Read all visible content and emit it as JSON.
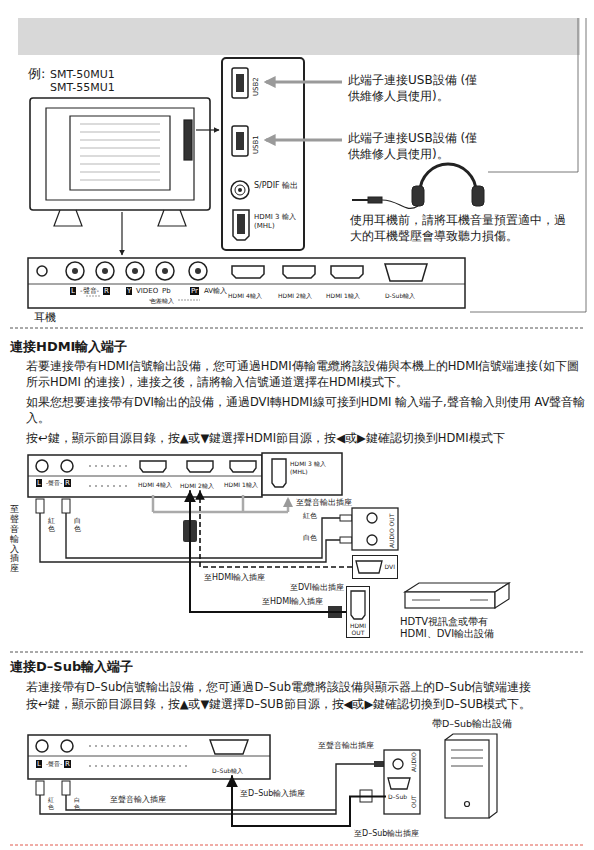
{
  "diagram": {
    "nodes": [
      {
        "text": [
          "HDMI 2輸入"
        ]
      },
      {
        "text": [
          "DVI"
        ]
      },
      {
        "text": [
          "HDMI OUT"
        ]
      },
      {
        "text": [
          "HDTV視訊盒或帶有 HDMI、DVI輸出設備"
        ]
      },
      {
        "text": [
          "D–Sub輸入"
        ]
      },
      {
        "text": [
          "帶D–Sub輸出設備"
        ]
      },
      {
        "text": [
          "D–Sub"
        ]
      }
    ],
    "edges": [
      {
        "from": 2,
        "to": 0,
        "arrow": "to"
      },
      {
        "from": 1,
        "to": 0,
        "arrow": "to"
      },
      {
        "from": 6,
        "to": 4,
        "arrow": "to"
      }
    ],
    "labels": [
      "例:",
      "SMT-50MU1",
      "SMT-55MU1",
      "USB2",
      "USB1",
      "此端子連接USB設備 (僅供維修人員使用)。",
      "此端子連接USB設備 (僅供維修人員使用)。",
      "S/PDIF 輸出",
      "HDMI 3 輸入 (MHL)",
      "使用耳機前，請將耳機音量預置適中，過大的耳機聲壓會導致聽力損傷。",
      "耳機",
      "L",
      "-聲音-",
      "R",
      "Y",
      "VIDEO",
      "Pb",
      "Pr",
      "AV輸入",
      "色差輸入",
      "HDMI 4輸入",
      "HDMI 2輸入",
      "HDMI 1輸入",
      "D-Sub輸入",
      "連接HDMI輸入端子",
      "若要連接帶有HDMI信號輸出設備，您可通過HDMI傳輸電纜將該設備與本機上的HDMI信號端連接(如下圖所示HDMI 的連接)，連接之後，請將輸入信號通道選擇在HDMI模式下。",
      "如果您想要連接帶有DVI輸出的設備，通過DVI轉HDMI線可接到HDMI 輸入端子,聲音輸入則使用 AV聲音輸入。",
      "按↩鍵，顯示節目源目錄，按▲或▼鍵選擇HDMI節目源，按◀或▶鍵確認切換到HDMI模式下",
      "L",
      "-聲音-",
      "R",
      "HDMI 4輸入",
      "HDMI 1輸入",
      "HDMI 3 輸入 (MHL)",
      "至聲音輸入插座",
      "紅色",
      "白色",
      "至聲音輸出插座",
      "紅色",
      "白色",
      "AUDIO OUT",
      "至HDMI輸入插座",
      "至DVI輸出插座",
      "至HDMI輸入插座",
      "連接D–Sub輸入端子",
      "若連接帶有D–Sub信號輸出設備，您可通過D–Sub電纜將該設備與顯示器上的D–Sub信號端連接",
      "按↩鍵，顯示節目源目錄，按▲或▼鍵選擇D–SUB節目源，按◀或▶鍵確認切換到D–SUB模式下。",
      "至聲音輸出插座",
      "AUDIO",
      "OUT",
      "L",
      "-聲音-",
      "R",
      "至聲音輸入插座",
      "至D–Sub輸入插座",
      "紅色",
      "白色",
      "至D–Sub輸出插座"
    ]
  }
}
